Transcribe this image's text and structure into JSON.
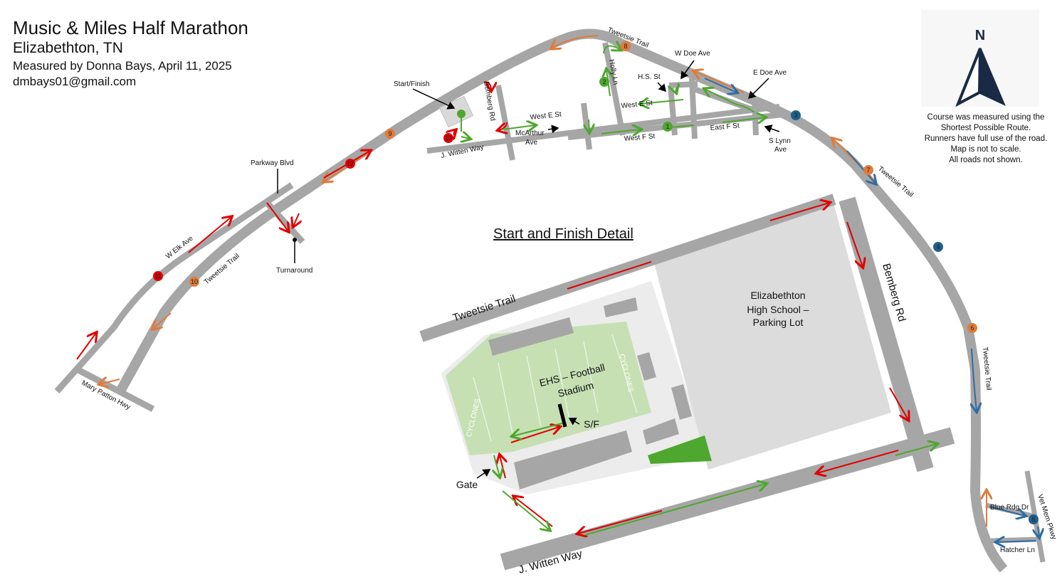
{
  "header": {
    "title": "Music & Miles Half Marathon",
    "city": "Elizabethton, TN",
    "measured_by": "Measured by Donna Bays, April 11, 2025",
    "email": "dmbays01@gmail.com"
  },
  "north_arrow": {
    "label": "N"
  },
  "notes": [
    "Course was measured using the",
    "Shortest Possible Route.",
    "Runners have full use of the road.",
    "Map is not to scale.",
    "All roads not shown."
  ],
  "streets": {
    "tweetsie_top": "Tweetsie Trail",
    "tweetsie_right": "Tweetsie Trail",
    "tweetsie_lower_right": "Tweetsie Trail",
    "tweetsie_left": "Tweetsie Trail",
    "w_doe": "W Doe Ave",
    "e_doe": "E Doe Ave",
    "hs_st": "H.S. St",
    "holly": "Holly Ln",
    "bemberg": "Bemberg Rd",
    "west_e_1": "West E St",
    "west_e_2": "West E St",
    "west_f": "West F St",
    "east_f": "East F St",
    "mcarthur_1": "McArthur",
    "mcarthur_2": "Ave",
    "s_lynn_1": "S Lynn",
    "s_lynn_2": "Ave",
    "witten": "J. Witten Way",
    "start_finish": "Start/Finish",
    "parkway": "Parkway Blvd",
    "turnaround": "Turnaround",
    "w_elk": "W Elk Ave",
    "mary_patton": "Mary Patton Hwy",
    "blue_rdg": "Blue Rdg Dr",
    "vet_mem": "Vet Mem Pkwy",
    "hatcher": "Hatcher Ln"
  },
  "mile_markers": [
    "1",
    "2",
    "3",
    "4",
    "5",
    "6",
    "7",
    "8",
    "9",
    "10",
    "11",
    "12",
    "13"
  ],
  "colors": {
    "road": "#a6a6a6",
    "orange": "#e07b39",
    "red": "#e00000",
    "green": "#4ea72e",
    "blue": "#2e6da4",
    "marker_blue": "#1f5f8b"
  },
  "detail": {
    "title": "Start and Finish Detail",
    "tweetsie": "Tweetsie Trail",
    "bemberg": "Bemberg Rd",
    "witten": "J. Witten Way",
    "lot_1": "Elizabethton",
    "lot_2": "High School –",
    "lot_3": "Parking Lot",
    "stadium_1": "EHS – Football",
    "stadium_2": "Stadium",
    "cyclones": "CYCLONES",
    "sf": "S/F",
    "gate": "Gate"
  }
}
